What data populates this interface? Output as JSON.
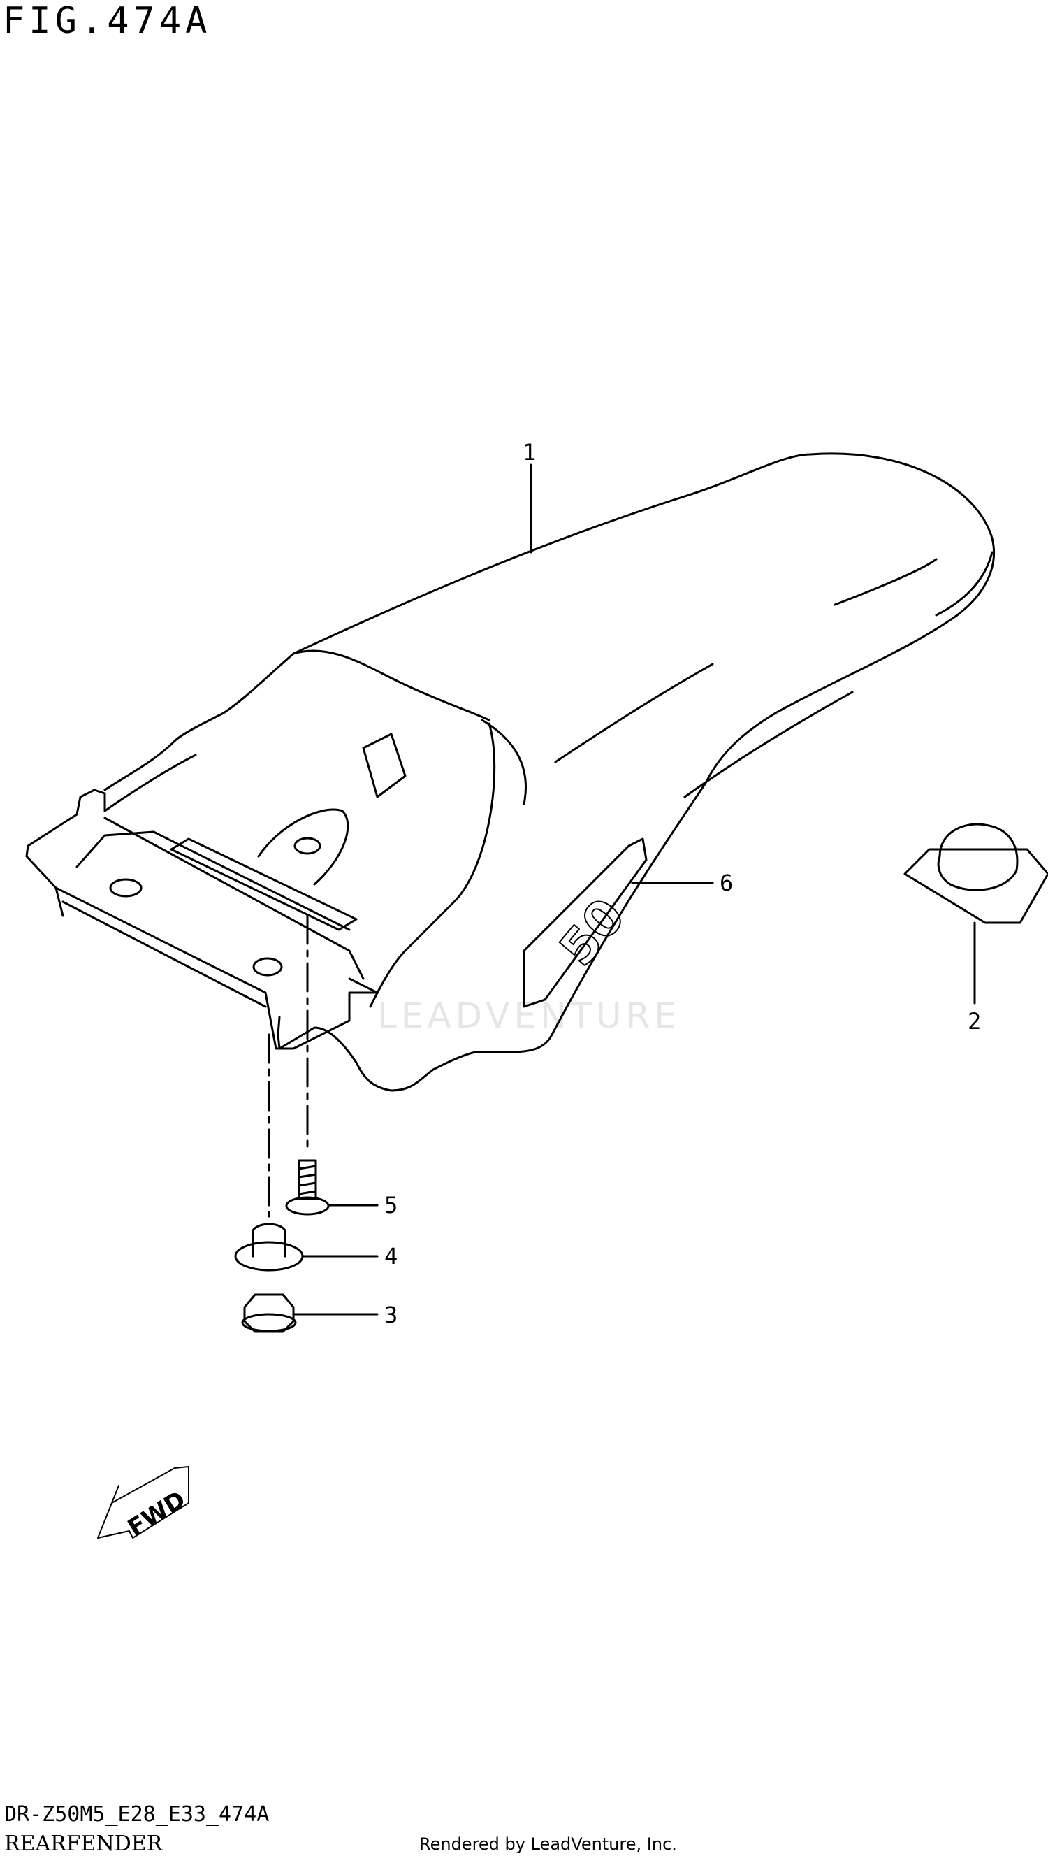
{
  "figure_title": "FIG.474A",
  "footer": {
    "model_code": "DR-Z50M5_E28_E33_474A",
    "section_name": "REARFENDER",
    "credit": "Rendered by LeadVenture, Inc."
  },
  "watermark": "LEADVENTURE",
  "callouts": [
    "1",
    "2",
    "3",
    "4",
    "5",
    "6"
  ],
  "direction_arrow_label": "FWD",
  "fender_decal_text": "50"
}
